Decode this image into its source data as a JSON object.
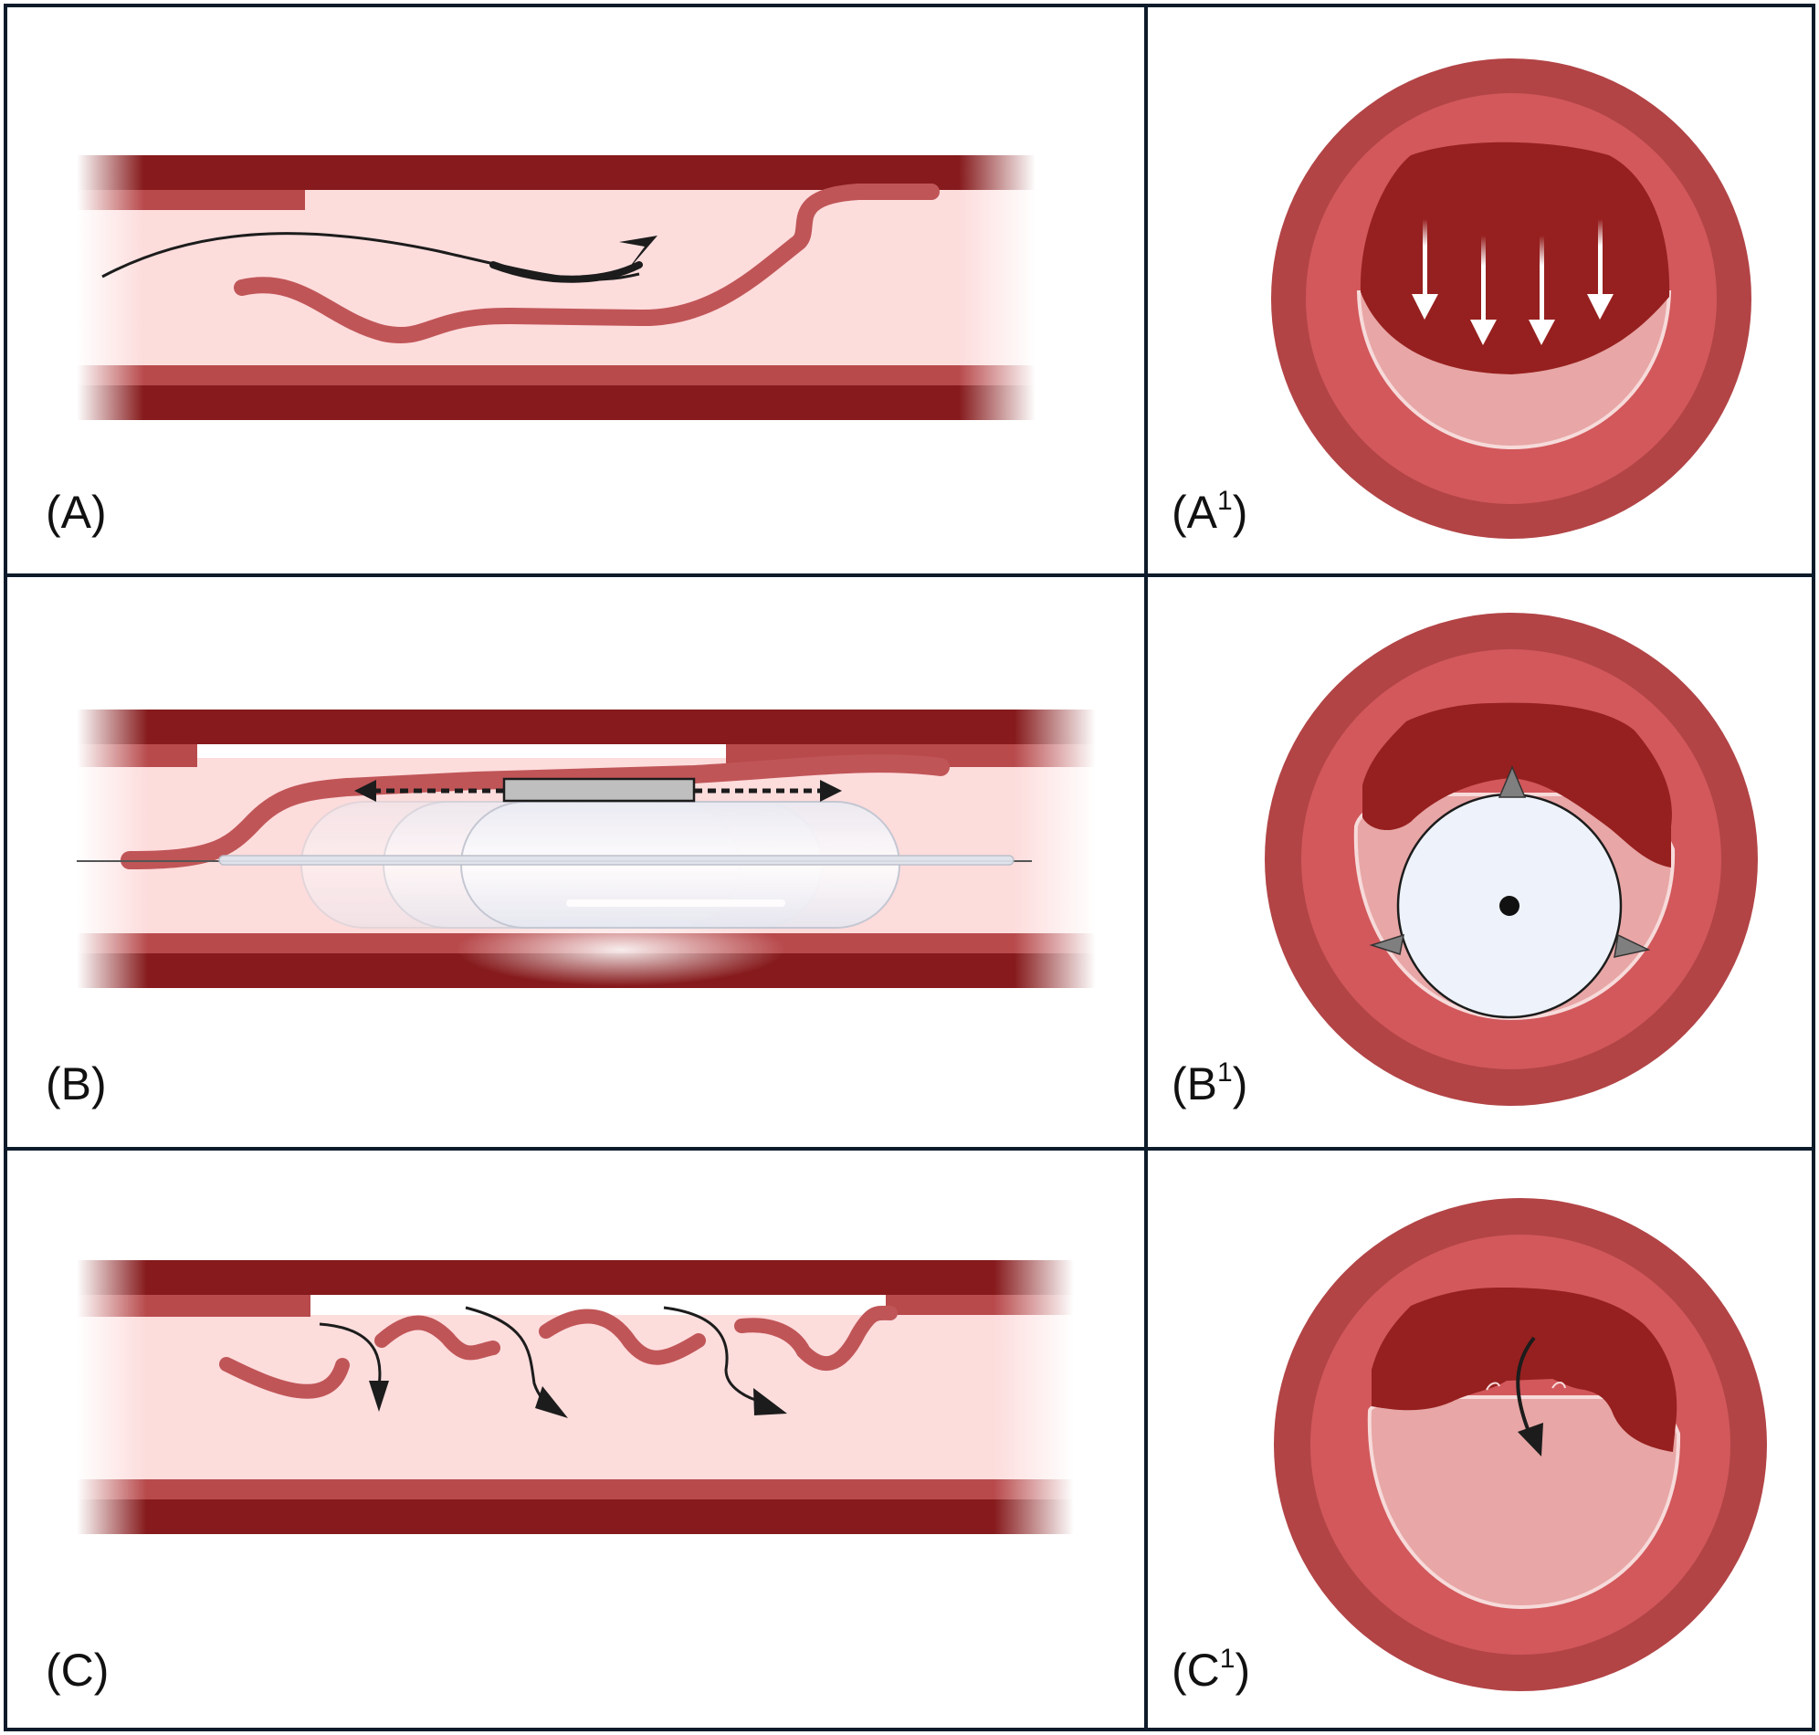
{
  "colors": {
    "wall_dark": "#861a1c",
    "wall_mid": "#b84a4c",
    "ring_outer": "#b24446",
    "ring_inner": "#d2585b",
    "lumen": "#fddcdc",
    "flap": "#c05557",
    "flap_cross": "#96201f",
    "false_lumen": "#e8a6a6",
    "balloon": "#eef3fb",
    "blade": "#7f7f7f",
    "border": "#0d1b2a",
    "arrow": "#1c1c1c"
  },
  "panels": [
    {
      "id": "A",
      "letter": "A",
      "sup": "",
      "view": "longitudinal",
      "step": "guidewire"
    },
    {
      "id": "A1",
      "letter": "A",
      "sup": "1",
      "view": "cross-section",
      "step": "guidewire"
    },
    {
      "id": "B",
      "letter": "B",
      "sup": "",
      "view": "longitudinal",
      "step": "cutting-balloon"
    },
    {
      "id": "B1",
      "letter": "B",
      "sup": "1",
      "view": "cross-section",
      "step": "cutting-balloon"
    },
    {
      "id": "C",
      "letter": "C",
      "sup": "",
      "view": "longitudinal",
      "step": "fenestration"
    },
    {
      "id": "C1",
      "letter": "C",
      "sup": "1",
      "view": "cross-section",
      "step": "fenestration"
    }
  ],
  "icons": {
    "flow_arrow": "curved-arrow-icon",
    "pressure_arrows": "down-arrow-icon",
    "blade": "blade-icon",
    "guidewire_dot": "dot-icon"
  }
}
